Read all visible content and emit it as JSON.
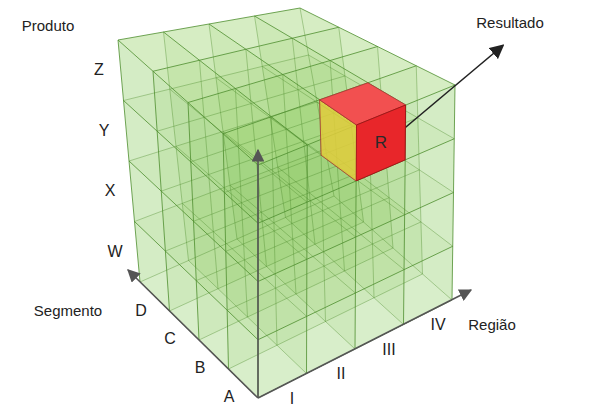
{
  "diagram": {
    "nodes": [
      {
        "text": [
          "R"
        ]
      }
    ],
    "labels": [
      "Produto",
      "Z",
      "Y",
      "X",
      "W",
      "Segmento",
      "D",
      "C",
      "B",
      "A",
      "I",
      "II",
      "III",
      "IV",
      "Região",
      "Resultado"
    ]
  }
}
